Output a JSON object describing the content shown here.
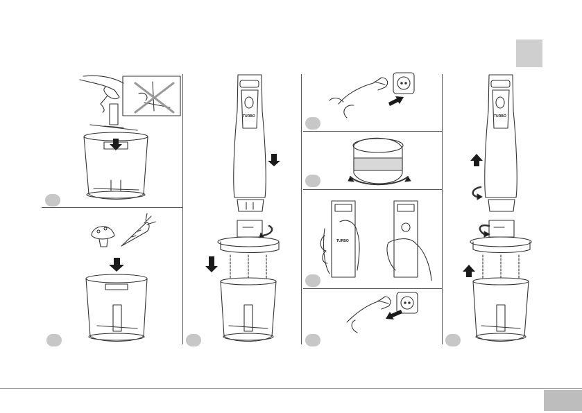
{
  "steps": [
    {
      "id": "step-1",
      "number": ""
    },
    {
      "id": "step-2",
      "number": ""
    },
    {
      "id": "step-3",
      "number": ""
    },
    {
      "id": "step-4",
      "number": ""
    },
    {
      "id": "step-5",
      "number": ""
    },
    {
      "id": "step-6",
      "number": ""
    },
    {
      "id": "step-7",
      "number": ""
    },
    {
      "id": "step-8",
      "number": ""
    }
  ],
  "labels": {
    "turbo_1": "TURBO",
    "turbo_2": "TURBO",
    "turbo_3": "TURBO"
  },
  "colors": {
    "tab": "#cfcfcf",
    "footer_box": "#bdbdbd",
    "step_circle": "#c7c7c7",
    "line": "#333333",
    "arrow": "#1a1a1a"
  },
  "icons": [
    "hand-icon",
    "chopper-bowl-icon",
    "blade-icon",
    "mushroom-icon",
    "carrot-icon",
    "motor-unit-icon",
    "lid-icon",
    "plug-icon",
    "socket-icon",
    "arrow-down-icon",
    "rotate-arrow-icon",
    "cross-icon"
  ]
}
